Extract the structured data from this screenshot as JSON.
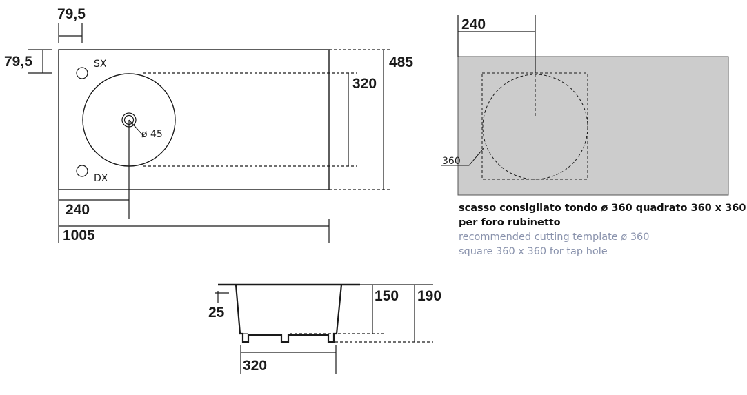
{
  "top_view": {
    "dim_left_offset": "79,5",
    "dim_top_offset": "79,5",
    "dim_depth": "485",
    "dim_bowl": "320",
    "dim_tap_distance": "240",
    "dim_length": "1005",
    "tap_hole": "ø 45",
    "label_left": "SX",
    "label_right": "DX"
  },
  "cutting_template": {
    "dim_distance": "240",
    "dim_circle": "360",
    "note_it_line1": "scasso consigliato tondo ø 360 quadrato 360 x 360",
    "note_it_line2": "per foro rubinetto",
    "note_en_line1": "recommended cutting template ø 360",
    "note_en_line2": "square 360 x 360 for tap hole",
    "colors": {
      "counter": "#cccccc",
      "note_en": "#8a93ad"
    }
  },
  "section_view": {
    "dim_rim": "25",
    "dim_bowl_depth": "150",
    "dim_total_height": "190",
    "dim_bottom_width": "320"
  }
}
